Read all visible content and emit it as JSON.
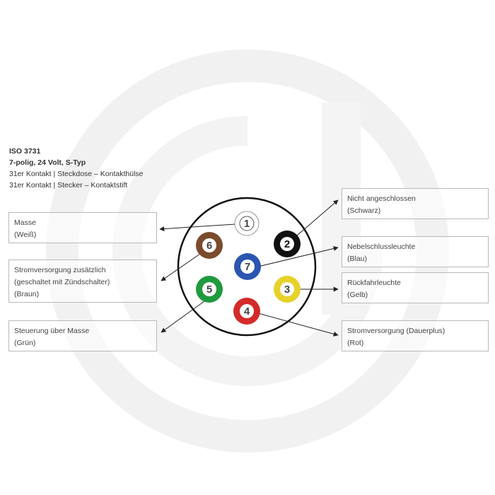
{
  "logo": {
    "text": "G"
  },
  "header": {
    "standard": "ISO 3731",
    "spec": "7-polig, 24 Volt, S-Typ",
    "line1": "31er Kontakt | Steckdose – Kontakthülse",
    "line2": "31er Kontakt | Stecker – Kontaktstift"
  },
  "pins": [
    {
      "number": "1",
      "ring_color": "#ffffff",
      "text_color": "#444444"
    },
    {
      "number": "2",
      "ring_color": "#111111",
      "text_color": "#111111"
    },
    {
      "number": "3",
      "ring_color": "#e6d22a",
      "text_color": "#444444"
    },
    {
      "number": "4",
      "ring_color": "#d42a2a",
      "text_color": "#444444"
    },
    {
      "number": "5",
      "ring_color": "#1f9a3e",
      "text_color": "#444444"
    },
    {
      "number": "6",
      "ring_color": "#7a4b2c",
      "text_color": "#444444"
    },
    {
      "number": "7",
      "ring_color": "#2a56b0",
      "text_color": "#444444"
    }
  ],
  "labels": {
    "pin1": {
      "title": "Masse",
      "color": "(Weiß)"
    },
    "pin6": {
      "title": "Stromversorgung zusätzlich",
      "detail": "(geschaltet mit Zündschalter)",
      "color": "(Braun)"
    },
    "pin5": {
      "title": "Steuerung über Masse",
      "color": "(Grün)"
    },
    "pin2": {
      "title": "Nicht angeschlossen",
      "color": "(Schwarz)"
    },
    "pin7": {
      "title": "Nebelschlussleuchte",
      "color": "(Blau)"
    },
    "pin3": {
      "title": "Rückfahrleuchte",
      "color": "(Gelb)"
    },
    "pin4": {
      "title": "Stromversorgung (Dauerplus)",
      "color": "(Rot)"
    }
  }
}
